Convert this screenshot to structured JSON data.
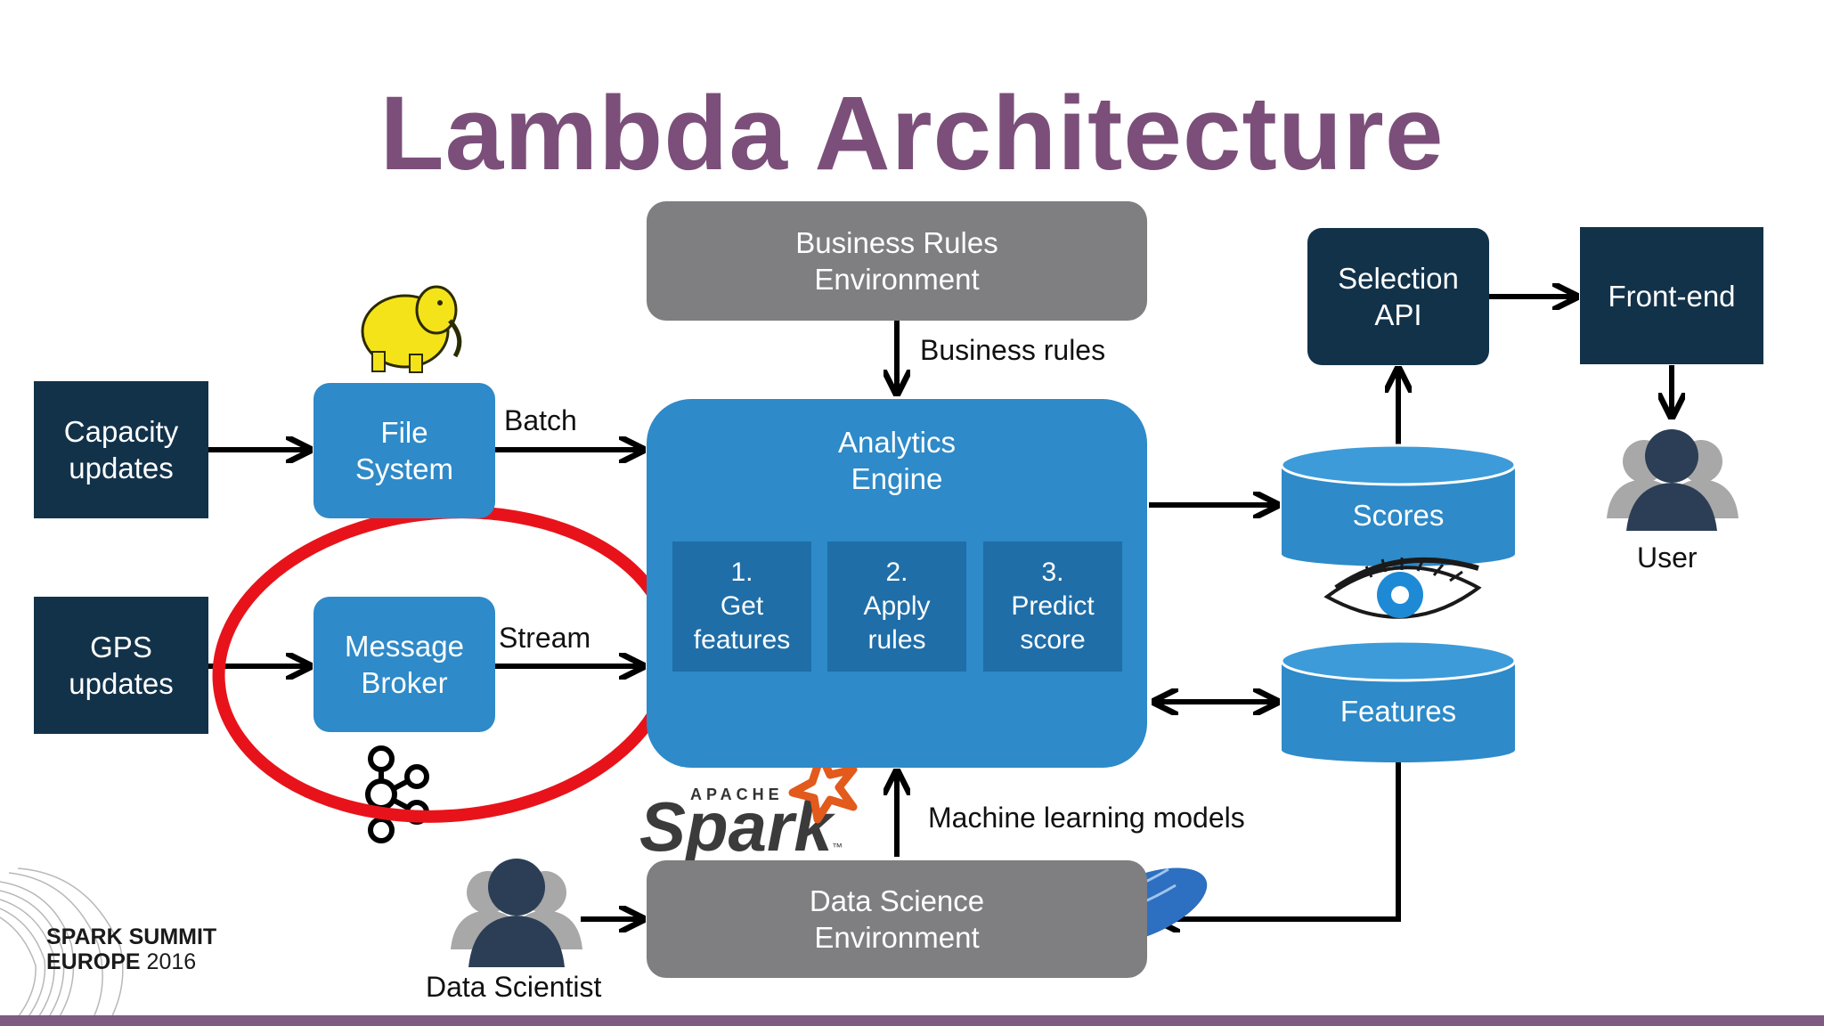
{
  "title": "Lambda Architecture",
  "colors": {
    "title": "#7b4f7a",
    "dark_box": "#12324a",
    "blue_box": "#2e8ac8",
    "step_box": "#1f6ea8",
    "gray_box": "#7f7e80",
    "highlight_ring": "#e8131a",
    "footer_bar": "#7f5a82"
  },
  "nodes": {
    "capacity": [
      "Capacity",
      "updates"
    ],
    "gps": [
      "GPS",
      "updates"
    ],
    "file_system": [
      "File",
      "System"
    ],
    "message_broker": [
      "Message",
      "Broker"
    ],
    "business_rules_env": [
      "Business Rules",
      "Environment"
    ],
    "analytics_engine": [
      "Analytics",
      "Engine"
    ],
    "steps": [
      [
        "1.",
        "Get",
        "features"
      ],
      [
        "2.",
        "Apply",
        "rules"
      ],
      [
        "3.",
        "Predict",
        "score"
      ]
    ],
    "data_science_env": [
      "Data Science",
      "Environment"
    ],
    "selection_api": [
      "Selection",
      "API"
    ],
    "front_end": "Front-end",
    "scores": "Scores",
    "features": "Features",
    "user": "User",
    "data_scientist": "Data Scientist"
  },
  "edge_labels": {
    "batch": "Batch",
    "stream": "Stream",
    "business_rules": "Business rules",
    "ml_models": "Machine learning models"
  },
  "logos": {
    "hadoop": "hadoop-elephant-icon",
    "kafka": "kafka-icon",
    "spark": {
      "small": "APACHE",
      "main": "Spark",
      "tm": "™"
    },
    "cassandra": "cassandra-eye-icon",
    "zeppelin": "zeppelin-icon"
  },
  "footer": {
    "line1": "SPARK SUMMIT",
    "line2": "EUROPE",
    "year": "2016"
  }
}
